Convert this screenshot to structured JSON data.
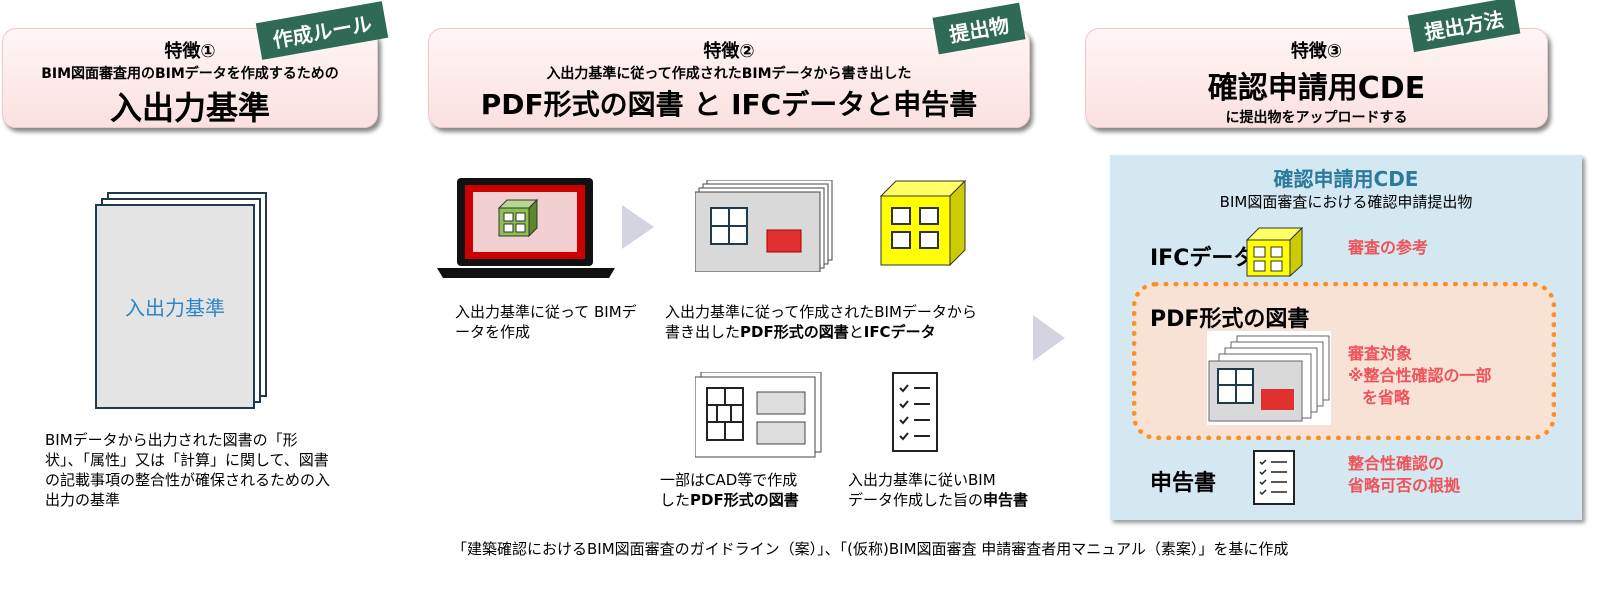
{
  "feature1": {
    "tag": "作成ルール",
    "title": "特徴①",
    "sub": "BIM図面審査用のBIMデータを作成するための",
    "main": "入出力基準",
    "doc_label": "入出力基準",
    "desc": "BIMデータから出力された図書の「形状」、「属性」又は「計算」に関して、図書の記載事項の整合性が確保されるための入出力の基準"
  },
  "feature2": {
    "tag": "提出物",
    "title": "特徴②",
    "sub": "入出力基準に従って作成されたBIMデータから書き出した",
    "main": "PDF形式の図書 と IFCデータと申告書",
    "cap1": "入出力基準に従って BIMデータを作成",
    "cap2a": "入出力基準に従って作成されたBIMデータから",
    "cap2b": "書き出した",
    "cap2c": "PDF形式の図書",
    "cap2d": "と",
    "cap2e": "IFCデータ",
    "cap3a": "一部はCAD等で作成",
    "cap3b": "した",
    "cap3c": "PDF形式の図書",
    "cap4a": "入出力基準に従いBIM",
    "cap4b": "データ作成した旨の",
    "cap4c": "申告書"
  },
  "feature3": {
    "tag": "提出方法",
    "title": "特徴③",
    "main": "確認申請用CDE",
    "sub": "に提出物をアップロードする",
    "panel": {
      "title": "確認申請用CDE",
      "subtitle": "BIM図面審査における確認申請提出物",
      "ifc": "IFCデータ",
      "ifc_note": "審査の参考",
      "pdf": "PDF形式の図書",
      "pdf_note1": "審査対象",
      "pdf_note2": "※整合性確認の一部",
      "pdf_note3": "を省略",
      "decl": "申告書",
      "decl_note1": "整合性確認の",
      "decl_note2": "省略可否の根拠"
    }
  },
  "footer": "「建築確認におけるBIM図面審査のガイドライン（案）」、「(仮称)BIM図面審査 申請審査者用マニュアル（素案）」を基に作成"
}
